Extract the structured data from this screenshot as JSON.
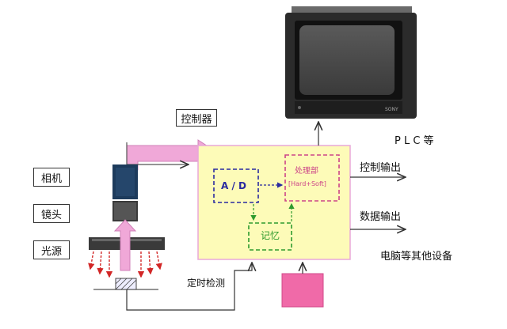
{
  "labels": {
    "controller": "控制器",
    "camera": "相机",
    "lens": "镜头",
    "light_source": "光源",
    "timing_detect": "定时检测",
    "plc": "P L C 等",
    "control_output": "控制输出",
    "data_output": "数据输出",
    "pc_devices": "电脑等其他设备",
    "ad": "A / D",
    "processing": "处理部",
    "processing_sub": "[Hard+Soft]",
    "memory": "记忆",
    "monitor_brand": "SONY"
  },
  "colors": {
    "controller_fill": "#fdfbb8",
    "controller_border": "#e8a8d8",
    "ad_border": "#2a2aa0",
    "processing_border": "#cc4488",
    "memory_border": "#2e9a2e",
    "pink_arrow": "#f0a8d8",
    "pink_block": "#f06aa8",
    "red_ray": "#d22626"
  }
}
